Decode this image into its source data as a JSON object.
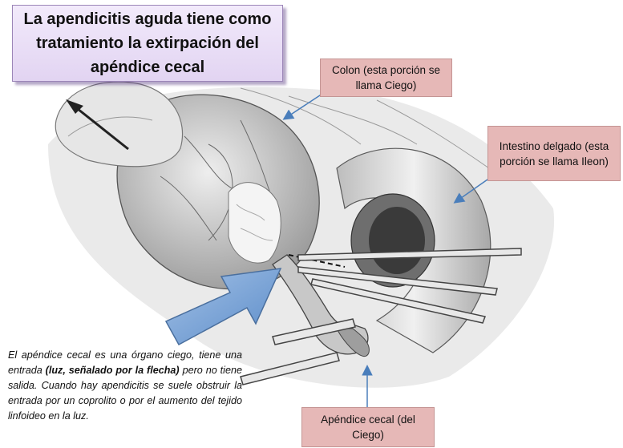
{
  "title": "La apendicitis aguda tiene como tratamiento la extirpación del apéndice cecal",
  "labels": {
    "colon": "Colon (esta porción se llama Ciego)",
    "intestino": "Intestino delgado (esta porción se llama Ileon)",
    "apendice": "Apéndice cecal (del Ciego)"
  },
  "description": {
    "part1": "El apéndice cecal es una órgano ciego, tiene una entrada ",
    "bold": "(luz, señalado por la flecha)",
    "part2": " pero no tiene salida. Cuando hay apendicitis se suele obstruir la entrada por un coprolito o por el aumento del tejido linfoideo en la luz."
  },
  "colors": {
    "title_bg": "#e6daf4",
    "label_bg": "#e6b8b7",
    "pointer_arrow": "#4a7ebb",
    "big_arrow": "#7ea6d4"
  }
}
